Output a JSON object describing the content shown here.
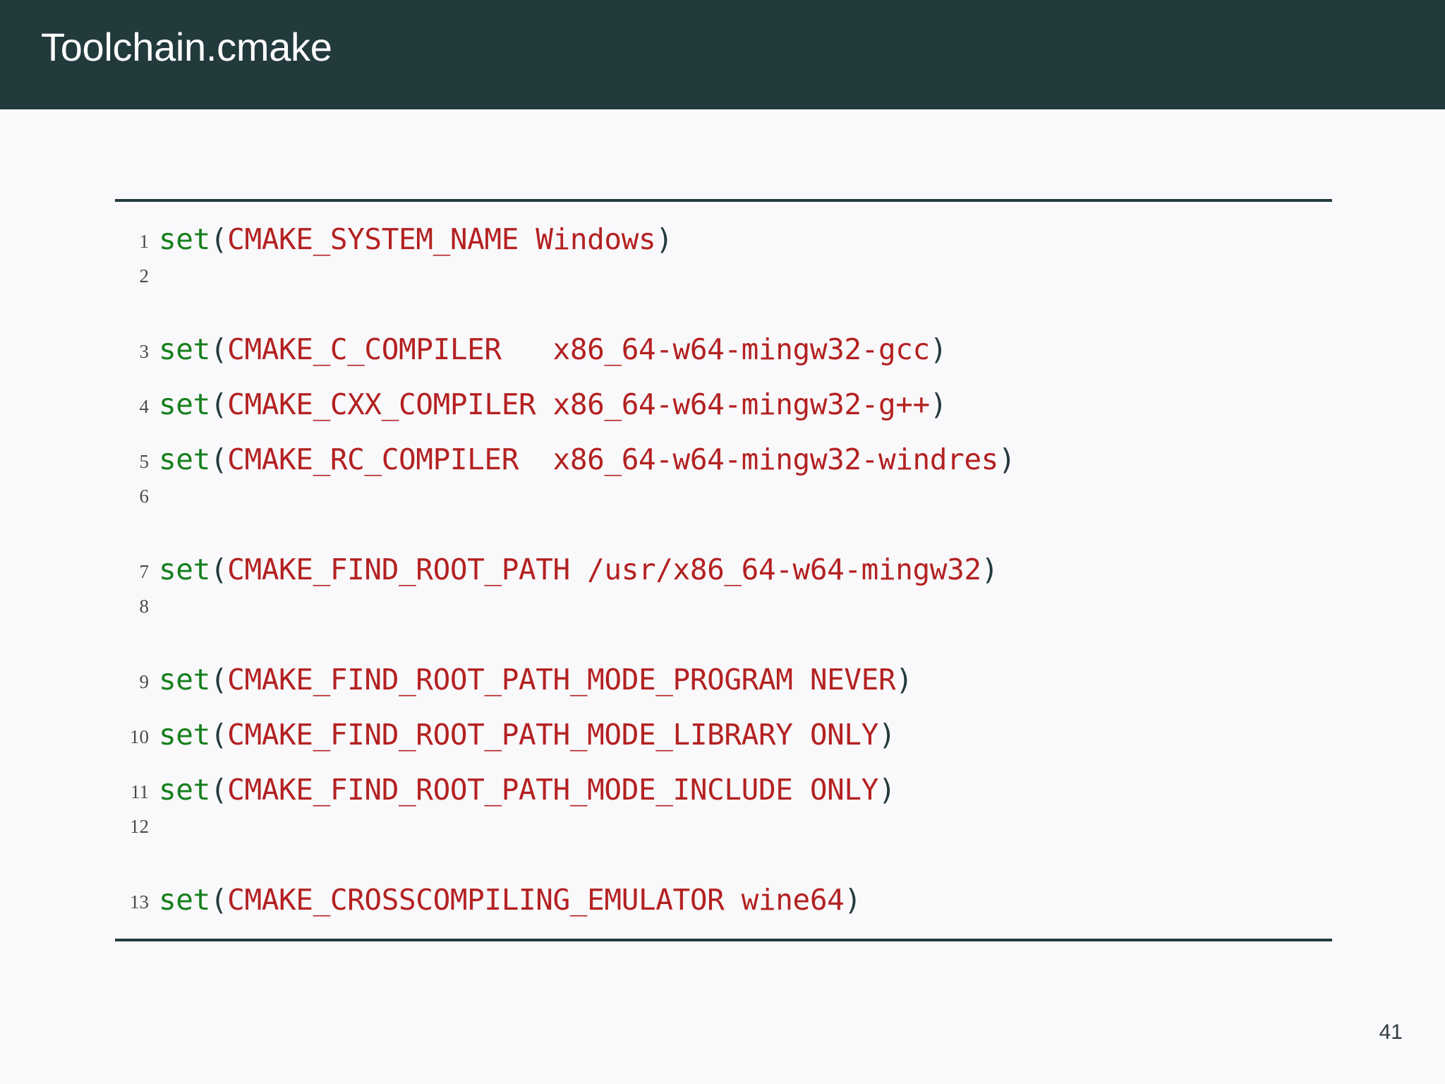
{
  "slide": {
    "title": "Toolchain.cmake",
    "page_number": "41",
    "colors": {
      "header_bg": "#233a3d",
      "header_text": "#ffffff",
      "page_bg": "#f9f8fb",
      "rule": "#253b3e",
      "function_green": "#17801e",
      "argument_red": "#b42121",
      "paren_dark": "#233a3d"
    }
  },
  "code": {
    "language": "cmake",
    "lines": [
      {
        "number": "1",
        "fn": "set",
        "open": "(",
        "args": "CMAKE_SYSTEM_NAME Windows",
        "close": ")"
      },
      {
        "number": "2",
        "fn": "",
        "open": "",
        "args": "",
        "close": ""
      },
      {
        "number": "3",
        "fn": "set",
        "open": "(",
        "args": "CMAKE_C_COMPILER   x86_64-w64-mingw32-gcc",
        "close": ")"
      },
      {
        "number": "4",
        "fn": "set",
        "open": "(",
        "args": "CMAKE_CXX_COMPILER x86_64-w64-mingw32-g++",
        "close": ")"
      },
      {
        "number": "5",
        "fn": "set",
        "open": "(",
        "args": "CMAKE_RC_COMPILER  x86_64-w64-mingw32-windres",
        "close": ")"
      },
      {
        "number": "6",
        "fn": "",
        "open": "",
        "args": "",
        "close": ""
      },
      {
        "number": "7",
        "fn": "set",
        "open": "(",
        "args": "CMAKE_FIND_ROOT_PATH /usr/x86_64-w64-mingw32",
        "close": ")"
      },
      {
        "number": "8",
        "fn": "",
        "open": "",
        "args": "",
        "close": ""
      },
      {
        "number": "9",
        "fn": "set",
        "open": "(",
        "args": "CMAKE_FIND_ROOT_PATH_MODE_PROGRAM NEVER",
        "close": ")"
      },
      {
        "number": "10",
        "fn": "set",
        "open": "(",
        "args": "CMAKE_FIND_ROOT_PATH_MODE_LIBRARY ONLY",
        "close": ")"
      },
      {
        "number": "11",
        "fn": "set",
        "open": "(",
        "args": "CMAKE_FIND_ROOT_PATH_MODE_INCLUDE ONLY",
        "close": ")"
      },
      {
        "number": "12",
        "fn": "",
        "open": "",
        "args": "",
        "close": ""
      },
      {
        "number": "13",
        "fn": "set",
        "open": "(",
        "args": "CMAKE_CROSSCOMPILING_EMULATOR wine64",
        "close": ")"
      }
    ]
  }
}
